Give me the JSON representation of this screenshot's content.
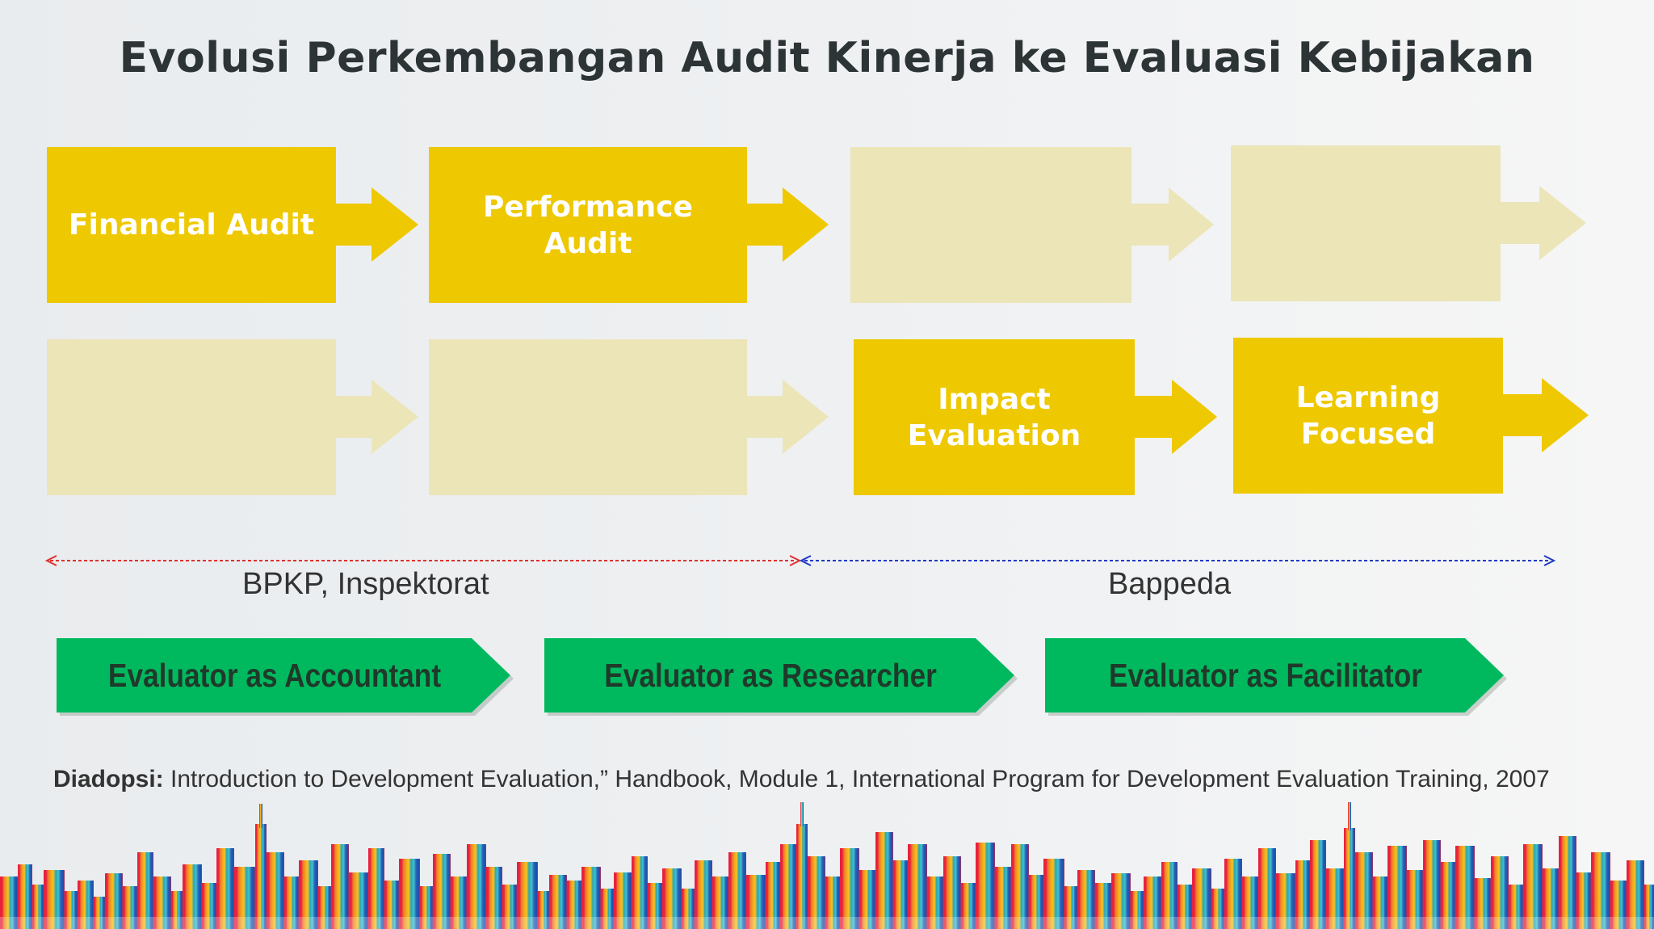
{
  "title": "Evolusi Perkembangan Audit Kinerja ke Evaluasi Kebijakan",
  "stages_row1": [
    {
      "label": "Financial Audit",
      "active": true
    },
    {
      "label": "Performance Audit",
      "active": true
    },
    {
      "label": "",
      "active": false
    },
    {
      "label": "",
      "active": false
    }
  ],
  "stages_row2": [
    {
      "label": "",
      "active": false
    },
    {
      "label": "",
      "active": false
    },
    {
      "label": "Impact Evaluation",
      "active": true
    },
    {
      "label": "Learning Focused",
      "active": true
    }
  ],
  "organizations": {
    "left": "BPKP, Inspektorat",
    "right": "Bappeda"
  },
  "roles": [
    "Evaluator as Accountant",
    "Evaluator as Researcher",
    "Evaluator as Facilitator"
  ],
  "citation": {
    "prefix": "Diadopsi:",
    "text": "Introduction to Development Evaluation,” Handbook, Module 1, International Program for Development Evaluation Training, 2007"
  },
  "colors": {
    "active_box": "#eec800",
    "faded_box": "#ece5b8",
    "role_banner": "#00b95f",
    "arrow_left": "#e0302c",
    "arrow_right": "#1f39c8"
  }
}
